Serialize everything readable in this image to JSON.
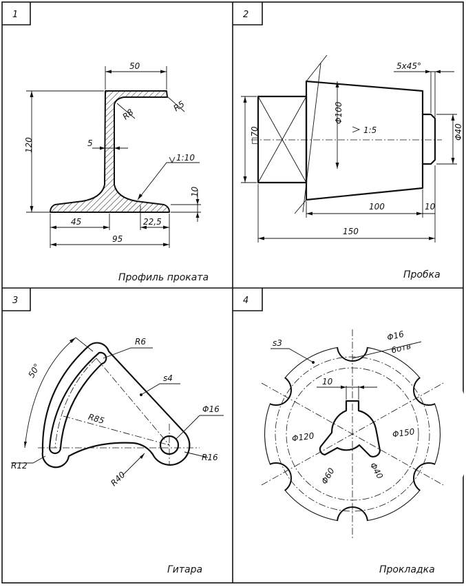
{
  "panels": [
    {
      "number": "1",
      "title": "Профиль проката",
      "dims": {
        "top_width": "50",
        "fillet_inner": "R8",
        "fillet_outer": "R5",
        "height": "120",
        "web": "5",
        "slope": "1:10",
        "flange_thick": "10",
        "left_half": "45",
        "right_flange": "22,5",
        "total_width": "95"
      }
    },
    {
      "number": "2",
      "title": "Пробка",
      "dims": {
        "chamfer": "5x45°",
        "big_diameter": "Φ100",
        "taper": "1:5",
        "square": "□70",
        "small_diameter": "Φ40",
        "cone_length": "100",
        "shoulder": "10",
        "total_length": "150"
      }
    },
    {
      "number": "3",
      "title": "Гитара",
      "dims": {
        "slot_radius": "R6",
        "thickness": "s4",
        "angle": "50°",
        "arc_radius": "R85",
        "hole": "Φ16",
        "end_radius": "R12",
        "hub_radius": "R16",
        "inner_radius": "R40"
      }
    },
    {
      "number": "4",
      "title": "Прокладка",
      "dims": {
        "thickness": "s3",
        "holes": "Φ16",
        "holes_count": "6отв",
        "keyway": "10",
        "circle_120": "Φ120",
        "circle_150": "Φ150",
        "bore_60": "Φ60",
        "bore_40": "Φ40"
      }
    }
  ]
}
